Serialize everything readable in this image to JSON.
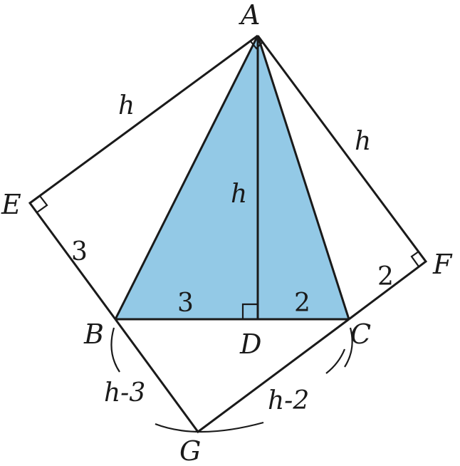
{
  "colors": {
    "triangle_fill": "#93c9e6",
    "stroke": "#1a1a1a"
  },
  "points": {
    "A": "A",
    "B": "B",
    "C": "C",
    "D": "D",
    "E": "E",
    "F": "F",
    "G": "G"
  },
  "segments": {
    "AE": "h",
    "AF": "h",
    "AD": "h",
    "EB": "3",
    "FC": "2",
    "BD": "3",
    "DC": "2",
    "BG": "h-3",
    "CG": "h-2"
  }
}
